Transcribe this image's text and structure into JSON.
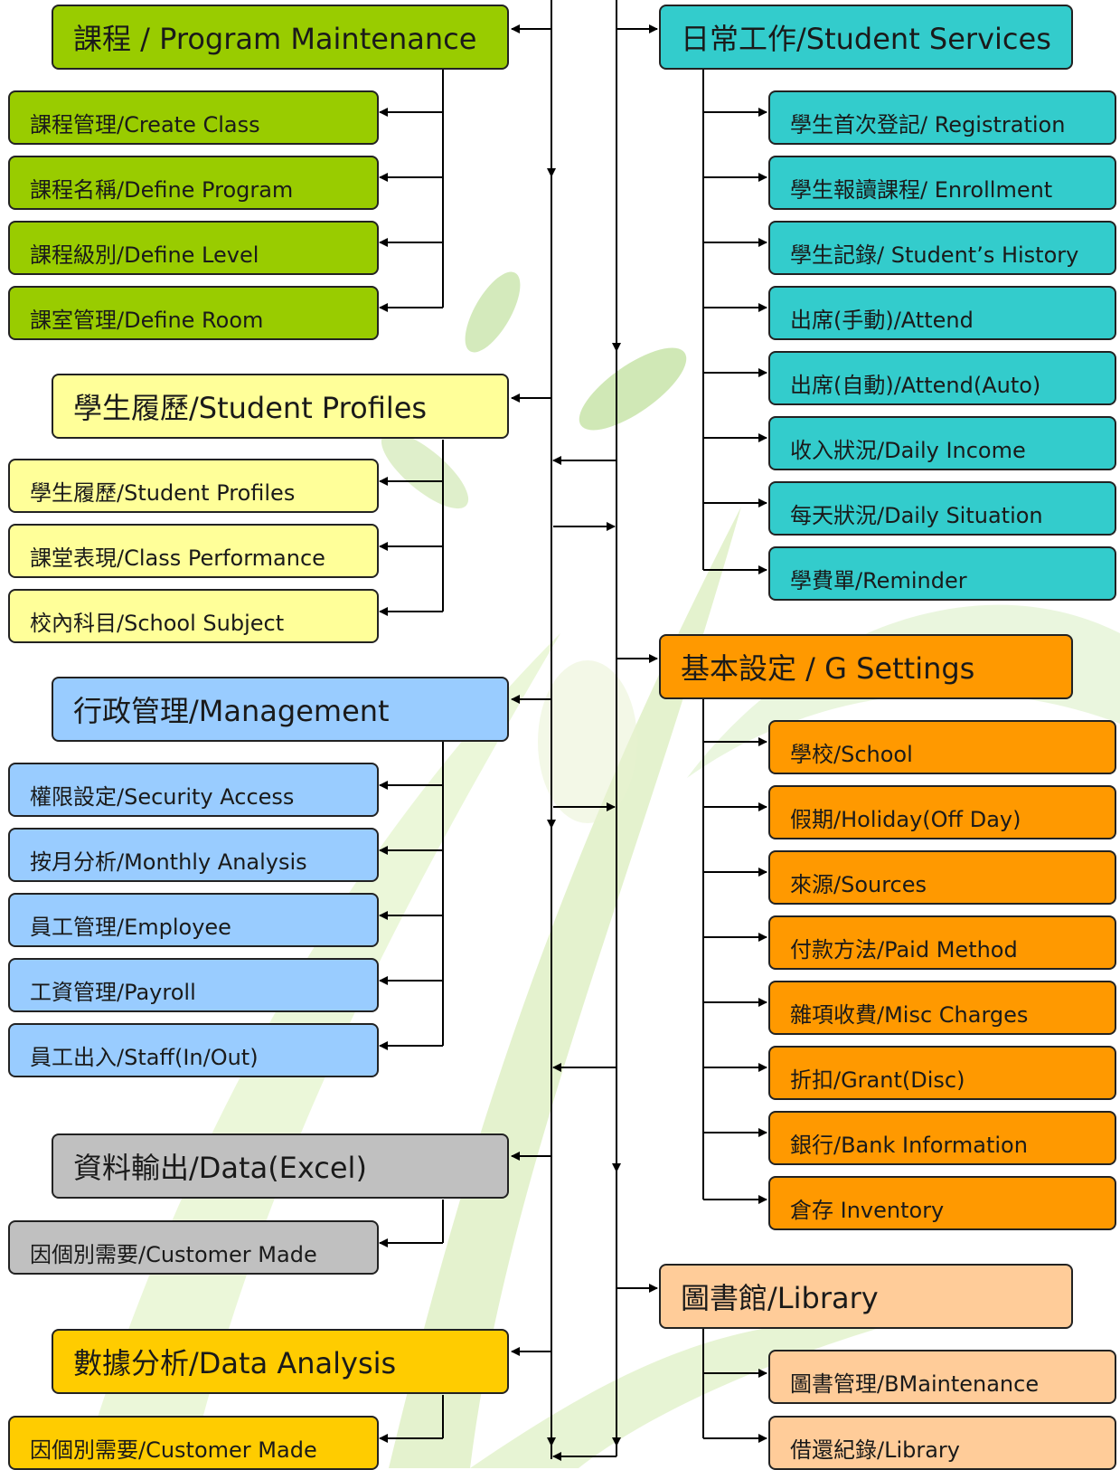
{
  "program": {
    "title": "課程 / Program Maintenance",
    "items": [
      "課程管理/Create Class",
      "課程名稱/Define Program",
      "課程級別/Define Level",
      "課室管理/Define Room"
    ]
  },
  "profiles": {
    "title": "學生履歷/Student Profiles",
    "items": [
      "學生履歷/Student Profiles",
      "課堂表現/Class Performance",
      "校內科目/School Subject"
    ]
  },
  "management": {
    "title": "行政管理/Management",
    "items": [
      "權限設定/Security Access",
      "按月分析/Monthly Analysis",
      "員工管理/Employee",
      "工資管理/Payroll",
      "員工出入/Staff(In/Out)"
    ]
  },
  "data_excel": {
    "title": "資料輸出/Data(Excel)",
    "items": [
      "因個別需要/Customer Made"
    ]
  },
  "data_analysis": {
    "title": "數據分析/Data Analysis",
    "items": [
      "因個別需要/Customer Made"
    ]
  },
  "services": {
    "title": "日常工作/Student Services",
    "items": [
      "學生首次登記/ Registration",
      "學生報讀課程/ Enrollment",
      "學生記錄/ Student’s History",
      "出席(手動)/Attend",
      "出席(自動)/Attend(Auto)",
      "收入狀況/Daily Income",
      "每天狀況/Daily Situation",
      "學費單/Reminder"
    ]
  },
  "settings": {
    "title": "基本設定 / G Settings",
    "items": [
      "學校/School",
      "假期/Holiday(Off Day)",
      "來源/Sources",
      "付款方法/Paid Method",
      "雜項收費/Misc Charges",
      "折扣/Grant(Disc)",
      "銀行/Bank Information",
      "倉存 Inventory"
    ]
  },
  "library": {
    "title": "圖書館/Library",
    "items": [
      "圖書管理/BMaintenance",
      "借還紀錄/Library"
    ]
  },
  "colors": {
    "program": "#99cc00",
    "profiles": "#ffff99",
    "management": "#99ccff",
    "data_excel": "#c0c0c0",
    "data_analysis": "#ffcc00",
    "services": "#33cccc",
    "settings": "#ff9900",
    "library": "#ffcc99"
  }
}
